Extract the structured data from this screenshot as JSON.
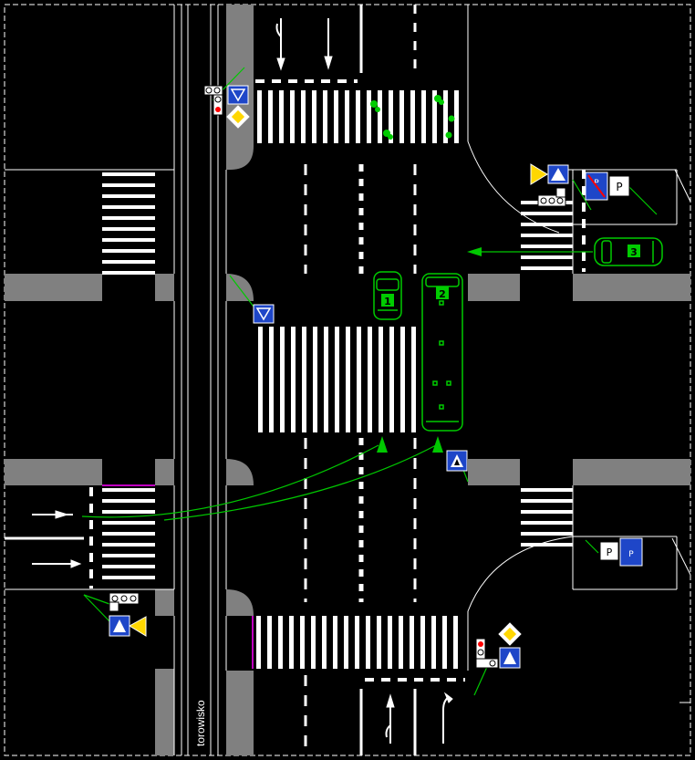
{
  "labels": {
    "track_label": "torowisko",
    "vehicle_1": "1",
    "vehicle_2": "2",
    "vehicle_3": "3"
  },
  "colors": {
    "background": "#000000",
    "sidewalk": "#808080",
    "marking": "#ffffff",
    "vehicle": "#00cc00",
    "route_arrow": "#00c800",
    "sign_blue": "#1e46c8",
    "sign_yellow": "#ffd700",
    "signal_red": "#ff0000",
    "border_magenta": "#ff00ff"
  },
  "vehicles": [
    {
      "id": "vehicle_1",
      "type": "car",
      "heading": "north"
    },
    {
      "id": "vehicle_2",
      "type": "bus",
      "heading": "north"
    },
    {
      "id": "vehicle_3",
      "type": "car",
      "heading": "west"
    }
  ],
  "signs": [
    "yield-sign-icon",
    "priority-road-sign-icon",
    "pedestrian-crossing-sign-icon",
    "traffic-light-icon",
    "no-parking-end-sign-icon",
    "parking-sign-icon"
  ]
}
